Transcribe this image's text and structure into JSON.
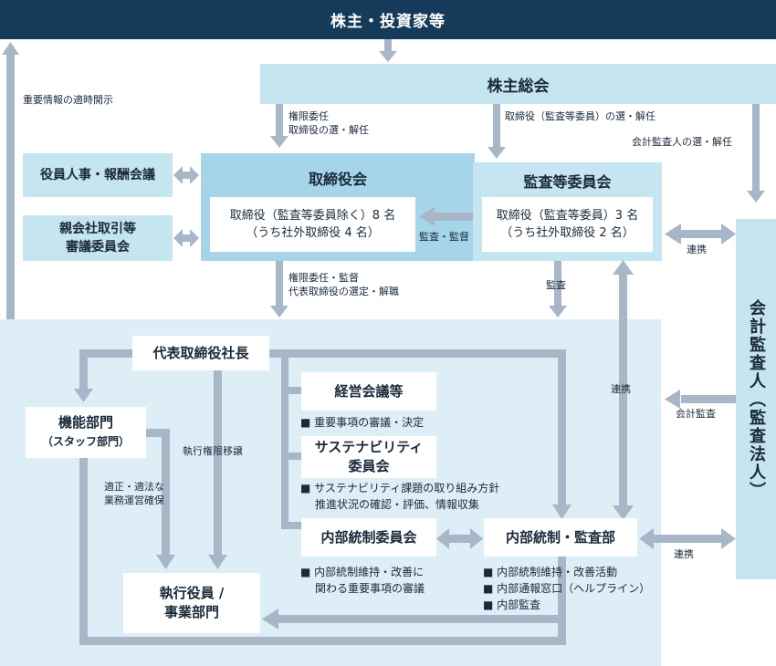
{
  "header": {
    "title": "株主・投資家等"
  },
  "shareholders_meeting": {
    "title": "株主総会"
  },
  "board": {
    "title": "取締役会",
    "members_line1": "取締役（監査等委員除く）8 名",
    "members_line2": "（うち社外取締役 4 名）"
  },
  "audit_committee": {
    "title": "監査等委員会",
    "members_line1": "取締役（監査等委員）3 名",
    "members_line2": "（うち社外取締役 2 名）"
  },
  "side_committees": {
    "nomination": "役員人事・報酬会議",
    "parent_line1": "親会社取引等",
    "parent_line2": "審議委員会"
  },
  "accountant": {
    "title": "会計監査人（監査法人）"
  },
  "lower": {
    "president": "代表取締役社長",
    "function_dept_line1": "機能部門",
    "function_dept_line2": "（スタッフ部門）",
    "management_meeting": "経営会議等",
    "sustainability_line1": "サステナビリティ",
    "sustainability_line2": "委員会",
    "internal_control_committee": "内部統制委員会",
    "internal_audit_dept": "内部統制・監査部",
    "exec_line1": "執行役員 /",
    "exec_line2": "事業部門"
  },
  "notes": {
    "management": "■ 重要事項の審議・決定",
    "sustainability_line1": "■ サステナビリティ課題の取り組み方針",
    "sustainability_line2": "推進状況の確認・評価、情報収集",
    "icc_line1": "■ 内部統制維持・改善に",
    "icc_line2": "関わる重要事項の審議",
    "audit_line1": "■ 内部統制維持・改善活動",
    "audit_line2": "■ 内部通報窓口（ヘルプライン）",
    "audit_line3": "■ 内部監査"
  },
  "labels": {
    "disclosure": "重要情報の適時開示",
    "delegation_line1": "権限委任",
    "delegation_line2": "取締役の選・解任",
    "audit_elect": "取締役（監査等委員）の選・解任",
    "accountant_elect": "会計監査人の選・解任",
    "audit_supervise": "監査・監督",
    "cooperation_1": "連携",
    "supervise_line1": "権限委任・監督",
    "supervise_line2": "代表取締役の選定・解職",
    "audit": "監査",
    "cooperation_2": "連携",
    "accounting_audit": "会計監査",
    "exec_delegation": "執行権限移譲",
    "proper_line1": "適正・適法な",
    "proper_line2": "業務運営確保",
    "cooperation_3": "連携"
  },
  "colors": {
    "header": "#163a59",
    "light_blue": "#c5e5f1",
    "mid_blue": "#a6d4e8",
    "lower_bg": "#ddeef6",
    "arrow": "#a7b7c8"
  }
}
